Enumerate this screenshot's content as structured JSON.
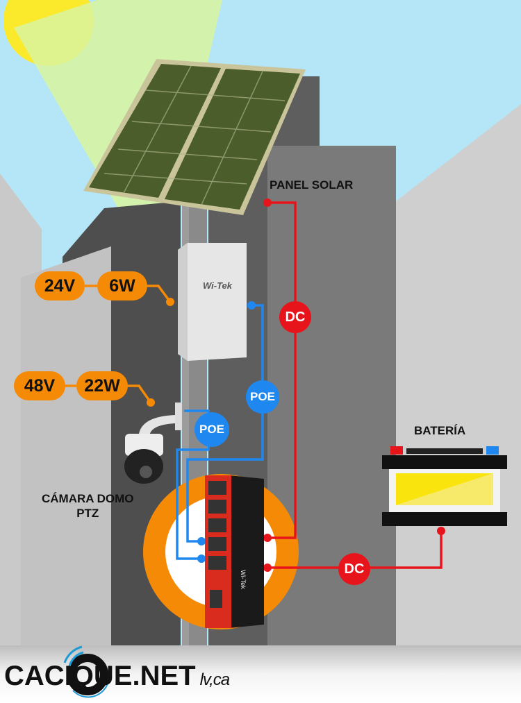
{
  "labels": {
    "solar_panel": "PANEL SOLAR",
    "battery": "BATERÍA",
    "camera_line1": "CÁMARA DOMO",
    "camera_line2": "PTZ"
  },
  "access_point": {
    "brand": "Wi-Tek",
    "voltage": "24V",
    "power": "6W"
  },
  "camera": {
    "voltage": "48V",
    "power": "22W"
  },
  "connections": {
    "dc_top": "DC",
    "dc_bottom": "DC",
    "poe_ap": "POE",
    "poe_camera": "POE"
  },
  "switch": {
    "brand": "Wi-Tek"
  },
  "logo": {
    "main": "CACIQUE.NET",
    "suffix": "lv,ca"
  },
  "colors": {
    "dc": "#e8141b",
    "poe": "#1e88f0",
    "power": "#f58a07"
  }
}
